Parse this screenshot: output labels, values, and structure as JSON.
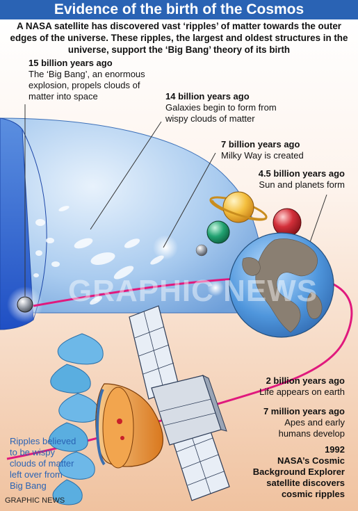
{
  "title": "Evidence of the birth of the Cosmos",
  "intro": "A NASA satellite has discovered vast ‘ripples’ of matter towards the outer edges of the universe. These ripples, the largest and oldest structures in the universe, support the ‘Big Bang’ theory of its birth",
  "events": [
    {
      "id": "big-bang",
      "heading": "15 billion years ago",
      "body": "The ‘Big Bang’, an enormous explosion, propels clouds of matter into space"
    },
    {
      "id": "galaxies",
      "heading": "14 billion years ago",
      "body": "Galaxies begin to form from wispy clouds of matter"
    },
    {
      "id": "milky-way",
      "heading": "7 billion years ago",
      "body": "Milky Way is created"
    },
    {
      "id": "sun-planets",
      "heading": "4.5 billion years ago",
      "body": "Sun and planets form"
    },
    {
      "id": "life",
      "heading": "2 billion years ago",
      "body": "Life appears on earth"
    },
    {
      "id": "apes",
      "heading": "7 million years ago",
      "body": "Apes and early humans develop"
    },
    {
      "id": "satellite",
      "heading": "1992",
      "body": "NASA’s Cosmic Background Explorer satellite discovers cosmic ripples"
    }
  ],
  "ripples_note": "Ripples believed to be wispy clouds of matter left over from Big Bang",
  "watermark": "GRAPHIC NEWS",
  "credit": "GRAPHIC NEWS",
  "colors": {
    "title_bg": "#2a63b4",
    "sky_top": "#ffffff",
    "sky_bottom": "#f2c9a8",
    "dome": "#9ec4ee",
    "dome_cut": "#2a63d6",
    "timeline": "#e0197d",
    "ribbon": "#5aaee0",
    "earth_ocean": "#4a8fd6",
    "earth_land": "#8a7f72",
    "saturn": "#f0b22e",
    "red_planet": "#c8202a",
    "green_planet": "#1f9a6a"
  }
}
